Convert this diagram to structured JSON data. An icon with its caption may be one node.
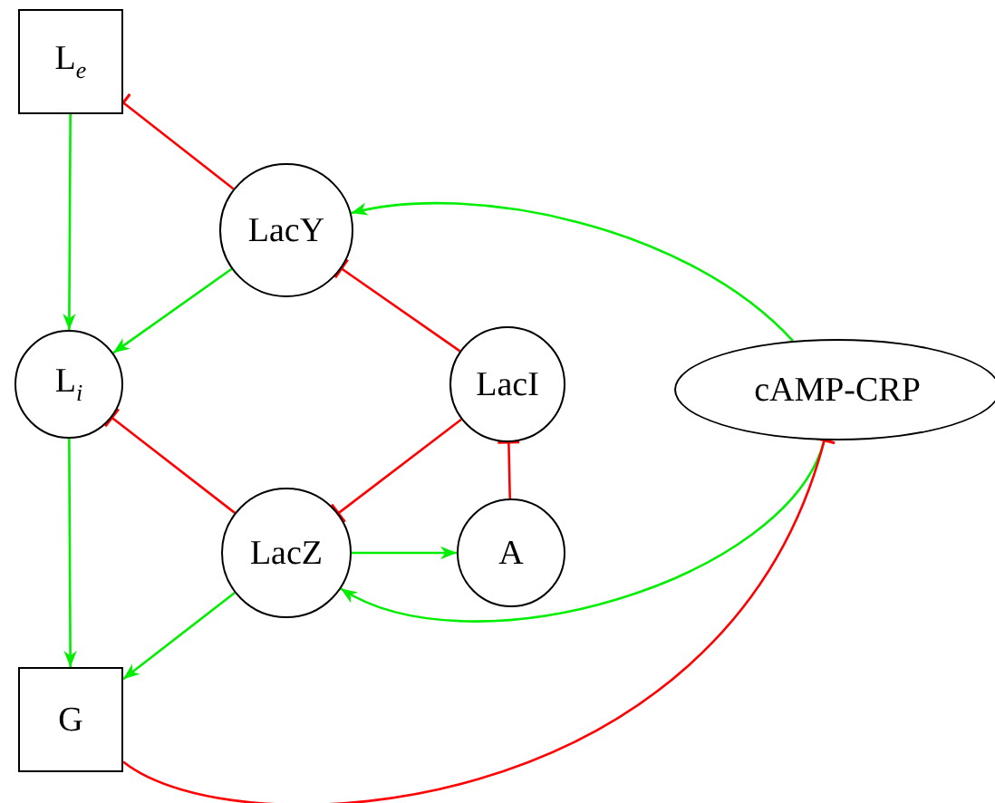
{
  "diagram": {
    "nodes": [
      {
        "text": [
          "L$_{e}$"
        ]
      },
      {
        "text": [
          "LacY"
        ]
      },
      {
        "text": [
          "L$_{i}$"
        ]
      },
      {
        "text": [
          "LacI"
        ]
      },
      {
        "text": [
          "cAMP-CRP"
        ]
      },
      {
        "text": [
          "LacZ"
        ]
      },
      {
        "text": [
          "A"
        ]
      },
      {
        "text": [
          "G"
        ]
      }
    ],
    "edges": [
      {
        "from": 0,
        "to": 2,
        "arrow": "to"
      },
      {
        "from": 1,
        "to": 0,
        "arrow": "other",
        "color": "#ff0000"
      },
      {
        "from": 4,
        "to": 1,
        "arrow": "to"
      },
      {
        "from": 1,
        "to": 2,
        "arrow": "to"
      },
      {
        "from": 3,
        "to": 1,
        "arrow": "other",
        "color": "#ff0000"
      },
      {
        "from": 5,
        "to": 2,
        "arrow": "other",
        "color": "#ff0000"
      },
      {
        "from": 3,
        "to": 5,
        "arrow": "other",
        "color": "#ff0000"
      },
      {
        "from": 6,
        "to": 3,
        "arrow": "other",
        "color": "#ff0000"
      },
      {
        "from": 5,
        "to": 6,
        "arrow": "to"
      },
      {
        "from": 4,
        "to": 5,
        "arrow": "to"
      },
      {
        "from": 2,
        "to": 7,
        "arrow": "to"
      },
      {
        "from": 5,
        "to": 7,
        "arrow": "to"
      },
      {
        "from": 7,
        "to": 4,
        "arrow": "other",
        "color": "#ff0000"
      }
    ]
  }
}
